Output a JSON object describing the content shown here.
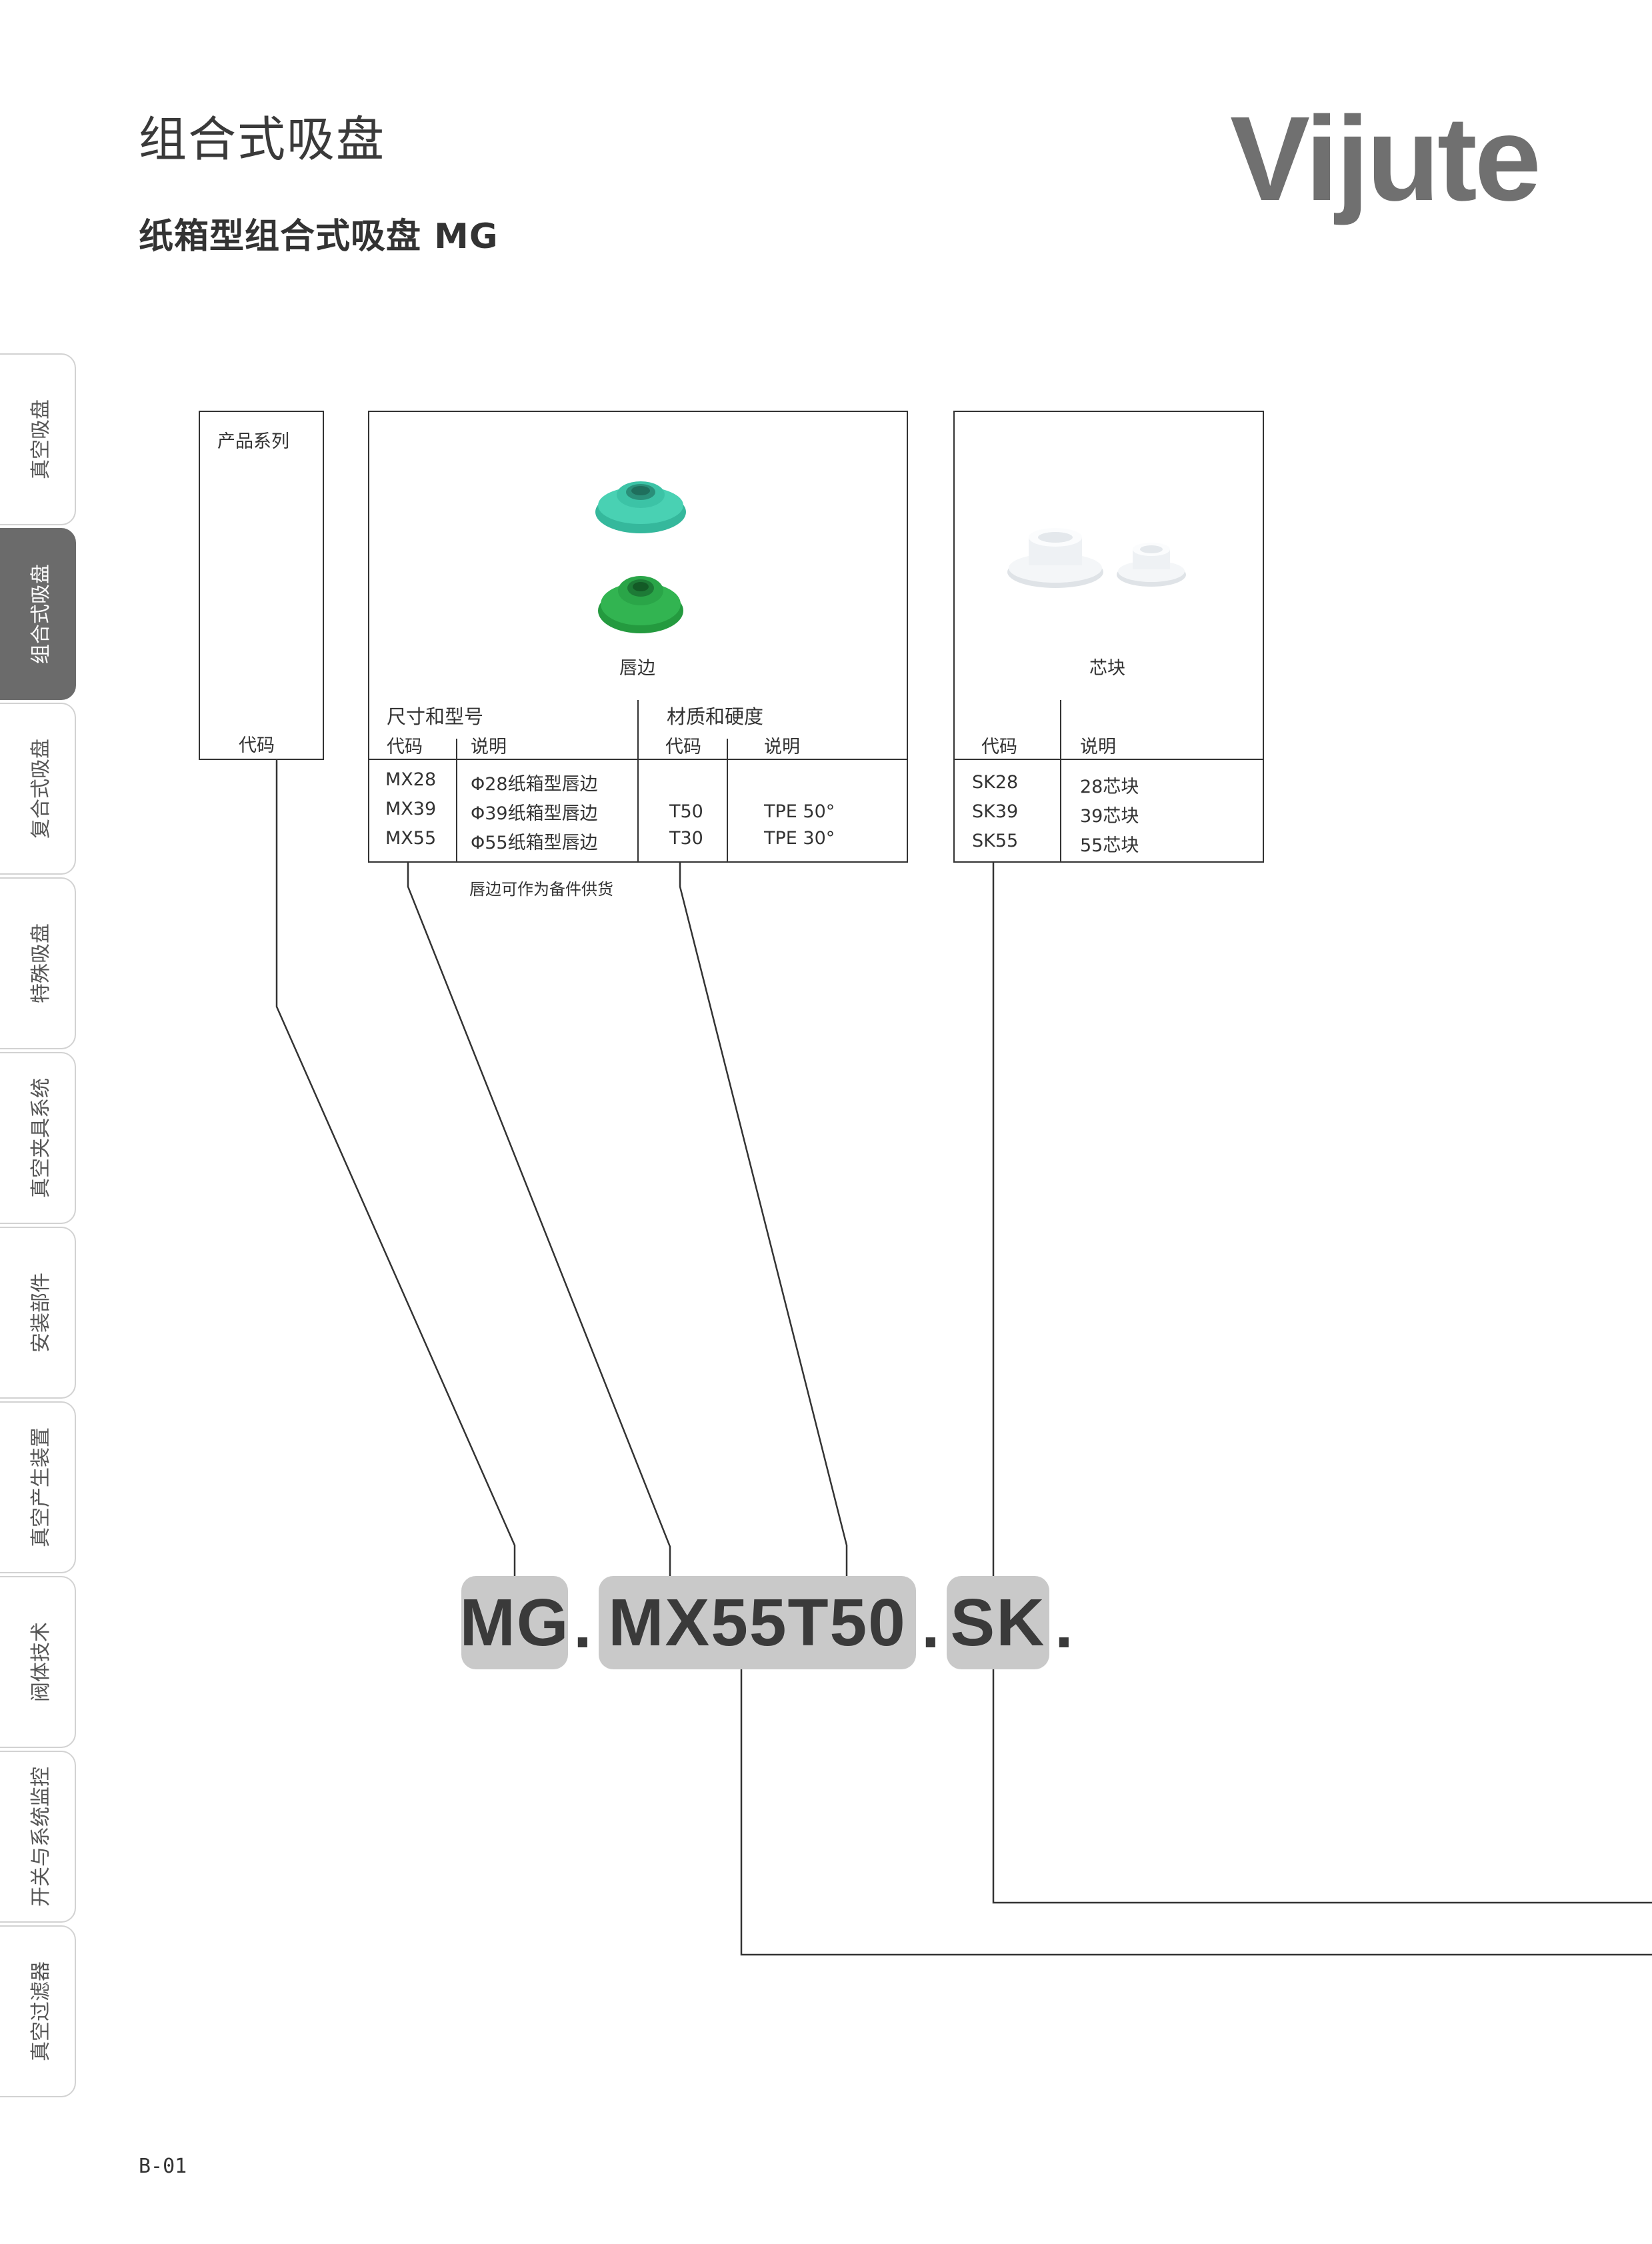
{
  "header": {
    "title": "组合式吸盘",
    "subtitle": "纸箱型组合式吸盘 MG",
    "brand": "Vijute"
  },
  "side_tabs": [
    {
      "label": "真空吸盘",
      "active": false
    },
    {
      "label": "组合式吸盘",
      "active": true
    },
    {
      "label": "复合式吸盘",
      "active": false
    },
    {
      "label": "特殊吸盘",
      "active": false
    },
    {
      "label": "真空夹具系统",
      "active": false
    },
    {
      "label": "安装部件",
      "active": false
    },
    {
      "label": "真空产生装置",
      "active": false
    },
    {
      "label": "阀体技术",
      "active": false
    },
    {
      "label": "开关与系统监控",
      "active": false
    },
    {
      "label": "真空过滤器",
      "active": false
    }
  ],
  "series_box": {
    "title": "产品系列",
    "code_label": "代码"
  },
  "lip_box": {
    "caption": "唇边",
    "size_header": "尺寸和型号",
    "material_header": "材质和硬度",
    "code_label": "代码",
    "desc_label": "说明",
    "material_code_label": "代码",
    "material_desc_label": "说明",
    "sizes": [
      {
        "code": "MX28",
        "desc": "Φ28纸箱型唇边"
      },
      {
        "code": "MX39",
        "desc": "Φ39纸箱型唇边"
      },
      {
        "code": "MX55",
        "desc": "Φ55纸箱型唇边"
      }
    ],
    "materials": [
      {
        "code": "T50",
        "desc": "TPE 50°"
      },
      {
        "code": "T30",
        "desc": "TPE 30°"
      }
    ],
    "note": "唇边可作为备件供货"
  },
  "core_box": {
    "caption": "芯块",
    "code_label": "代码",
    "desc_label": "说明",
    "rows": [
      {
        "code": "SK28",
        "desc": "28芯块"
      },
      {
        "code": "SK39",
        "desc": "39芯块"
      },
      {
        "code": "SK55",
        "desc": "55芯块"
      }
    ]
  },
  "order_code": {
    "part1": "MG",
    "part2": "MX55T50",
    "part3": "SK",
    "separator": "."
  },
  "footer": {
    "page_number": "B-01"
  },
  "colors": {
    "tab_active": "#6b6b6b",
    "code_bg": "#c9c9c9",
    "lip_teal": "#3cc7aa",
    "lip_green": "#2fb04f",
    "core_white": "#f2f4f6"
  }
}
